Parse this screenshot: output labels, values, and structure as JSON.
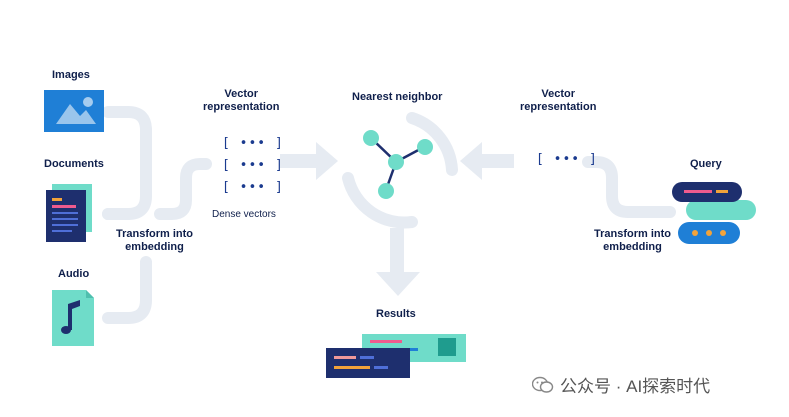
{
  "inputs": {
    "images_label": "Images",
    "documents_label": "Documents",
    "audio_label": "Audio",
    "transform_label_line1": "Transform into",
    "transform_label_line2": "embedding"
  },
  "vectors": {
    "title_line1": "Vector",
    "title_line2": "representation",
    "bracket_text": "[ ••• ]",
    "caption": "Dense vectors"
  },
  "neighbor": {
    "title": "Nearest neighbor"
  },
  "query": {
    "vector_title_line1": "Vector",
    "vector_title_line2": "representation",
    "vector_text": "[ ••• ]",
    "label": "Query",
    "transform_line1": "Transform into",
    "transform_line2": "embedding"
  },
  "results": {
    "label": "Results"
  },
  "watermark": {
    "text": "公众号 · AI探索时代"
  },
  "colors": {
    "navy": "#1e2f6e",
    "blue": "#1f7fd6",
    "teal": "#6fdcc9",
    "pink": "#ef5b8e",
    "orange": "#f2a33a",
    "connector": "#e6ebf2"
  }
}
